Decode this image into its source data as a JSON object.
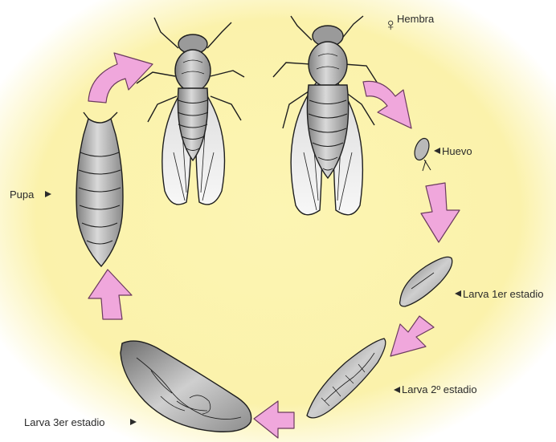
{
  "colors": {
    "background": "#fbf3ae",
    "arrow": "#f0a7dc",
    "arrow_stroke": "#6b3a5e",
    "body_gray": "#b8b8b8",
    "wing": "#ececec",
    "ink": "#1e1e1e"
  },
  "labels": {
    "female_symbol": "♀",
    "female": "Hembra",
    "egg": "Huevo",
    "larva1": "Larva 1er estadio",
    "larva2": "Larva 2º estadio",
    "larva3": "Larva 3er estadio",
    "pupa": "Pupa"
  }
}
